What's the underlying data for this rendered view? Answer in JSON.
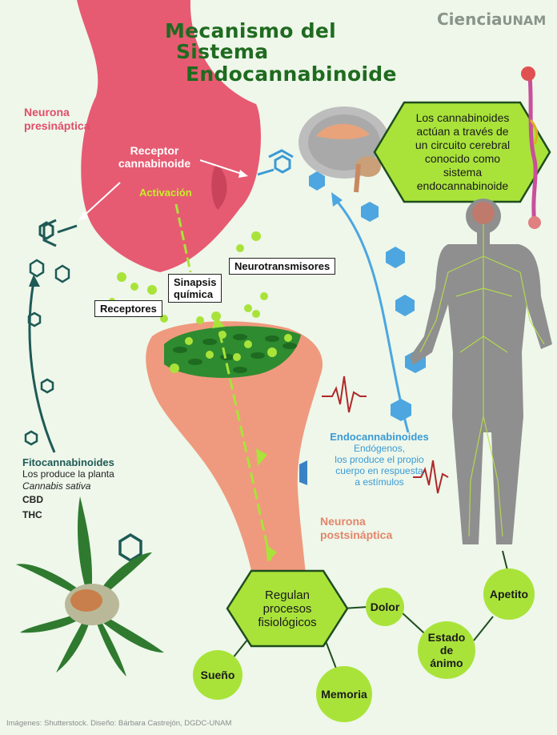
{
  "title": {
    "line1": "Mecanismo del",
    "line2": "Sistema",
    "line3": "Endocannabinoide"
  },
  "brand": {
    "main": "Ciencia",
    "sub": "UNAM"
  },
  "presynaptic": {
    "line1": "Neurona",
    "line2": "presináptica"
  },
  "receptor_label": {
    "line1": "Receptor",
    "line2": "cannabinoide"
  },
  "activation_label": "Activación",
  "synapsis_label": {
    "line1": "Sinapsis",
    "line2": "química"
  },
  "neurotransmitters_label": "Neurotransmisores",
  "receptors_label": "Receptores",
  "info_hexagon": {
    "line1": "Los cannabinoides",
    "line2": "actúan a través de",
    "line3": "un circuito cerebral",
    "line4": "conocido como",
    "line5": "sistema",
    "line6": "endocannabinoide"
  },
  "endocannabinoids": {
    "title": "Endocannabinoides",
    "line1": "Endógenos,",
    "line2": "los produce el propio",
    "line3": "cuerpo en respuesta",
    "line4": "a estímulos"
  },
  "phytocannabinoids": {
    "title": "Fitocannabinoides",
    "line1": "Los produce la planta",
    "line2": "Cannabis sativa",
    "item1": "CBD",
    "item2": "THC"
  },
  "postsynaptic": {
    "line1": "Neurona",
    "line2": "postsináptica"
  },
  "regulate_hexagon": {
    "line1": "Regulan",
    "line2": "procesos",
    "line3": "fisiológicos"
  },
  "nodes": {
    "dolor": "Dolor",
    "apetito": "Apetito",
    "estado": {
      "line1": "Estado",
      "line2": "de",
      "line3": "ánimo"
    },
    "sueno": "Sueño",
    "memoria": "Memoria"
  },
  "credit": "Imágenes: Shutterstock. Diseño: Bárbara Castrejón, DGDC-UNAM",
  "colors": {
    "background": "#eef7ea",
    "presynaptic_neuron": "#e65b72",
    "postsynaptic_neuron": "#ef9a7e",
    "title_green": "#1f6b1f",
    "lime": "#a9e33a",
    "endocannabinoid_blue": "#3b9ad5",
    "phyto_teal": "#1e5a56"
  }
}
